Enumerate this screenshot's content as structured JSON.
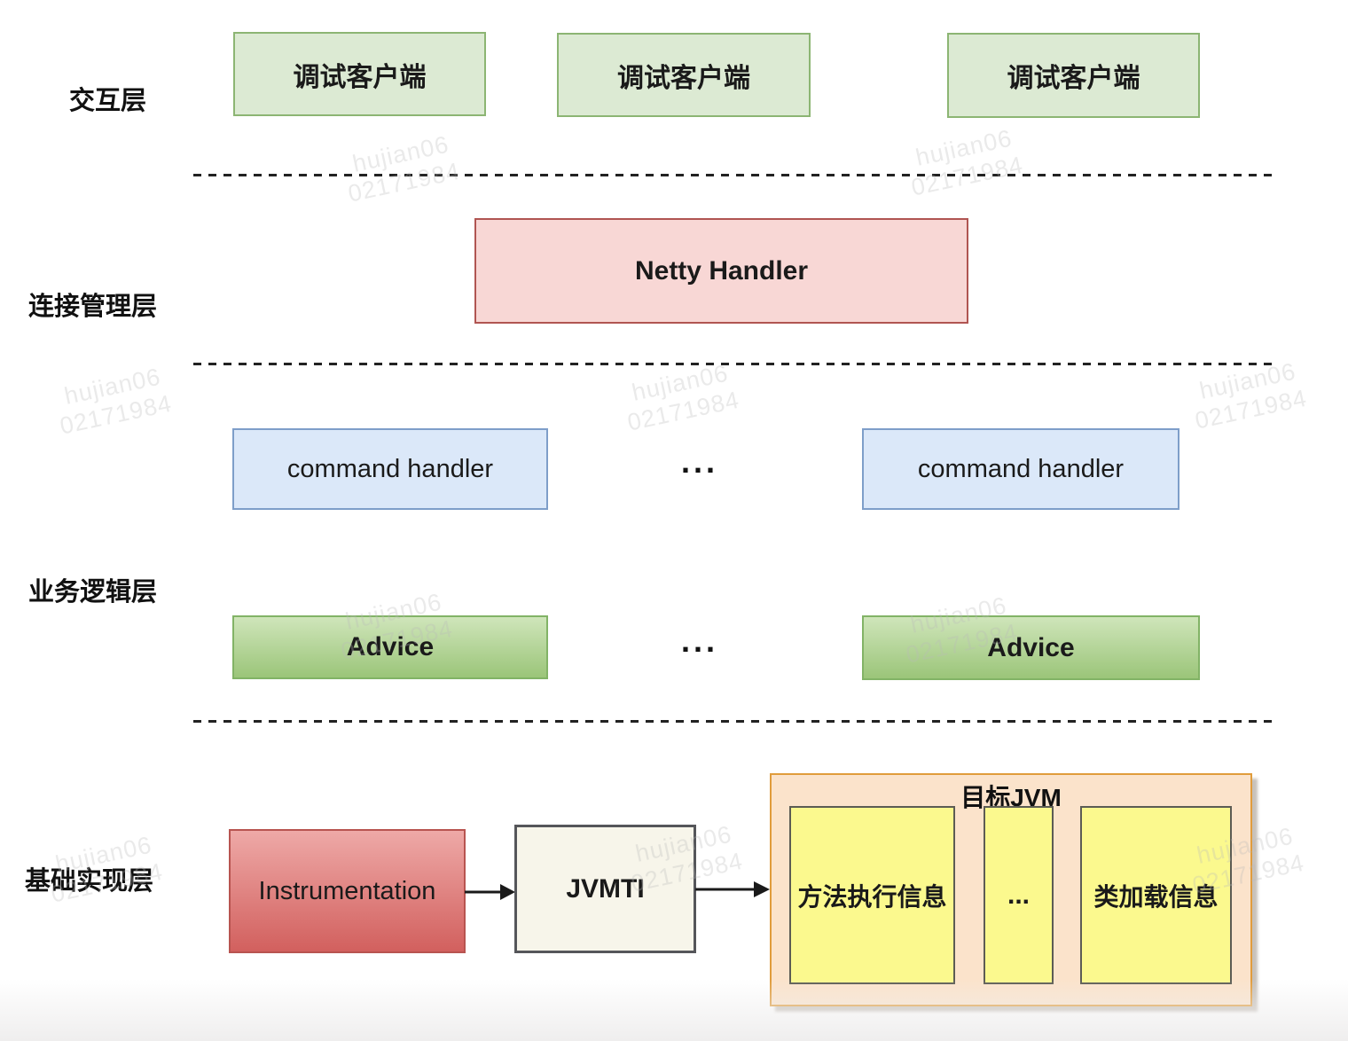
{
  "layers": {
    "interaction": "交互层",
    "connection": "连接管理层",
    "business": "业务逻辑层",
    "foundation": "基础实现层"
  },
  "boxes": {
    "debug_client": "调试客户端",
    "netty": "Netty Handler",
    "command_handler": "command handler",
    "advice": "Advice",
    "instrumentation": "Instrumentation",
    "jvmti": "JVMTI",
    "target_jvm": "目标JVM",
    "method_exec_info": "方法执行信息",
    "class_load_info": "类加载信息",
    "ellipsis": "..."
  },
  "watermark": {
    "line1": "hujian06",
    "line2": "02171984"
  },
  "colors": {
    "client_fill": "#dcead3",
    "client_border": "#8cb573",
    "netty_fill": "#f8d7d5",
    "netty_border": "#b05552",
    "command_fill": "#dbe8f9",
    "command_border": "#7e9ec9",
    "advice_fill_top": "#cfe5ba",
    "advice_fill_bottom": "#9bc579",
    "advice_border": "#82b366",
    "instrumentation_fill_top": "#eea9a7",
    "instrumentation_fill_bottom": "#d2605e",
    "instrumentation_border": "#b85450",
    "jvmti_fill": "#f7f5ea",
    "jvmti_border": "#55565a",
    "target_jvm_fill": "#fbe3cb",
    "target_jvm_border": "#e09c3c",
    "info_fill": "#fbf98e",
    "info_border": "#5c5c54"
  }
}
